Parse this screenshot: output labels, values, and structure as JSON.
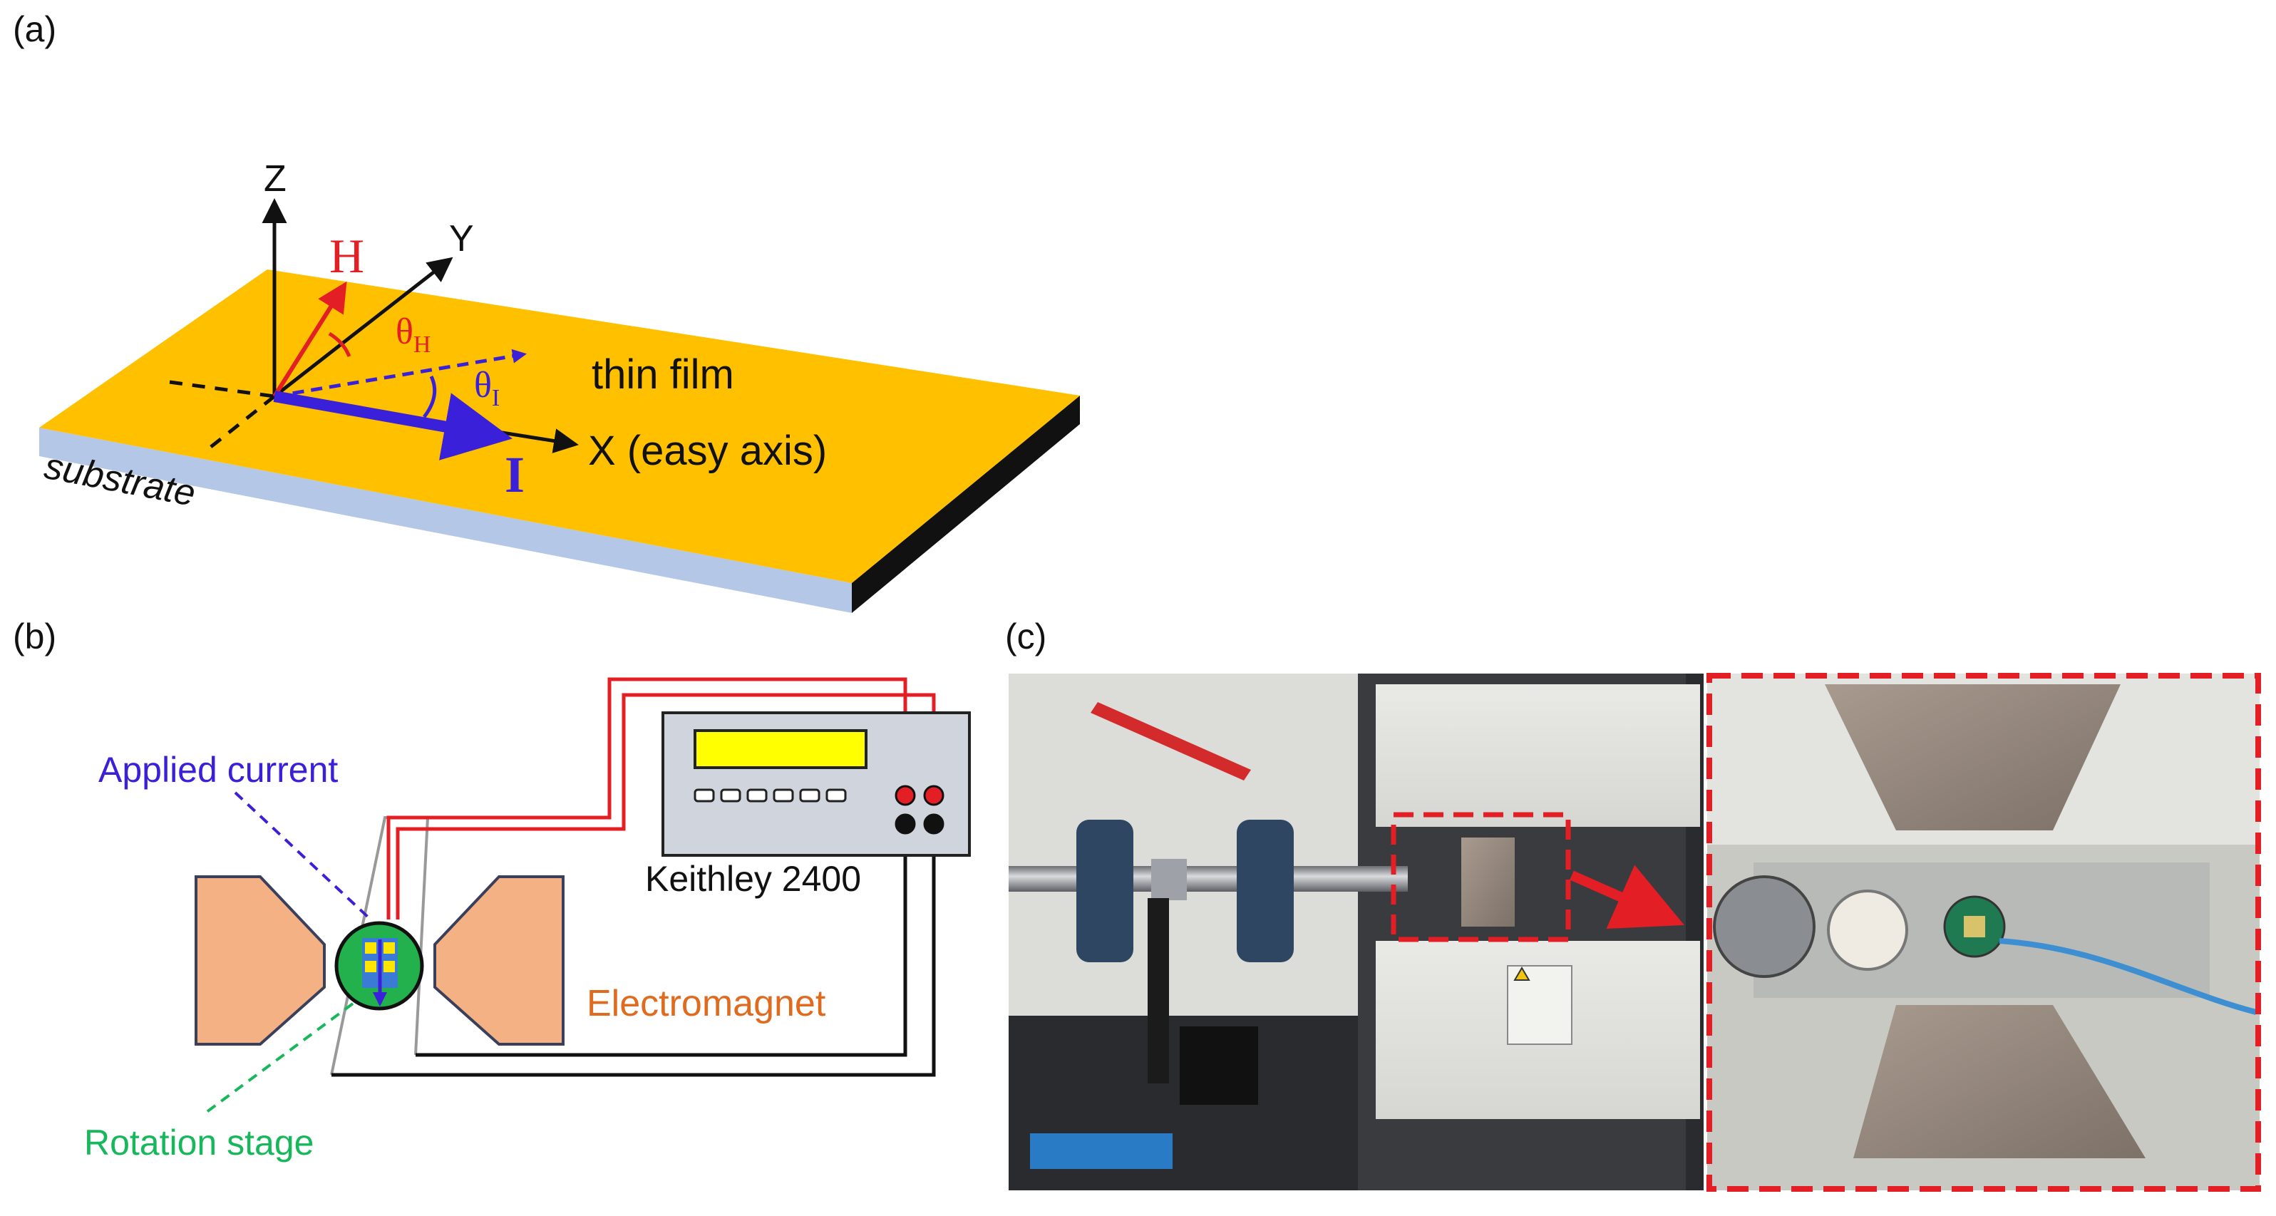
{
  "panels": {
    "a": {
      "label": "(a)",
      "axis_z": "Z",
      "axis_y": "Y",
      "axis_x": "X (easy axis)",
      "field": "H",
      "current": "I",
      "theta_h": "θ",
      "theta_h_sub": "H",
      "theta_i": "θ",
      "theta_i_sub": "I",
      "film_label": "thin film",
      "substrate_label": "substrate",
      "colors": {
        "film": "#FFC000",
        "substrate": "#B4C7E7",
        "side": "#111111",
        "field": "#E31E24",
        "current": "#3B20D9"
      }
    },
    "b": {
      "label": "(b)",
      "applied_current": "Applied current",
      "rotation_stage": "Rotation stage",
      "electromagnet": "Electromagnet",
      "instrument": "Keithley 2400",
      "colors": {
        "pole": "#F4B183",
        "stage": "#22B14C",
        "display": "#FFFF00",
        "instrument": "#D0D4DC",
        "wire_red": "#E31E24",
        "wire_black": "#111111",
        "current": "#3B20D9",
        "stage_label": "#17B85C",
        "magnet_label": "#E06A1E"
      }
    },
    "c": {
      "label": "(c)",
      "colors": {
        "callout": "#E31E24"
      }
    }
  }
}
